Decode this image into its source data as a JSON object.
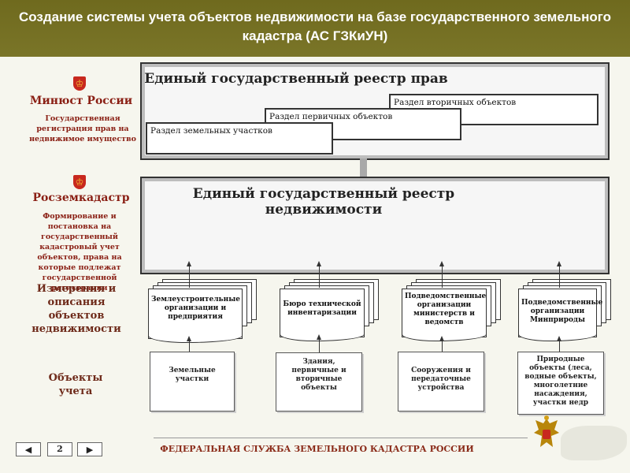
{
  "header": {
    "title": "Создание системы учета объектов недвижимости на базе государственного земельного кадастра (АС ГЗКиУН)"
  },
  "left": {
    "agency1": {
      "name": "Минюст России",
      "desc": "Государственная регистрация прав на недвижимое имущество"
    },
    "agency2": {
      "name": "Росземкадастр",
      "desc": "Формирование и постановка на государственный кадастровый учет объектов, права на которые подлежат государственной регистрации"
    },
    "measurements_label": "Измерения и описания объектов недвижимости",
    "objects_label": "Объекты учета"
  },
  "rights_registry": {
    "title": "Единый государственный реестр прав",
    "sections": [
      "Раздел вторичных объектов",
      "Раздел первичных объектов",
      "Раздел земельных участков"
    ]
  },
  "realty_registry": {
    "title": "Единый государственный реестр недвижимости"
  },
  "organizations": [
    "Землеустроительные организации и предприятия",
    "Бюро технической инвентаризации",
    "Подведомственные организации министерств и ведомств",
    "Подведомственные организации Минприроды"
  ],
  "objects": [
    "Земельные участки",
    "Здания, первичные и вторичные объекты",
    "Сооружения и передаточные устройства",
    "Природные объекты (леса, водные объекты, многолетние насаждения, участки недр"
  ],
  "footer": {
    "text": "ФЕДЕРАЛЬНАЯ СЛУЖБА ЗЕМЕЛЬНОГО КАДАСТРА РОССИИ",
    "page_number": "2",
    "prev_icon": "arrow-left-icon",
    "next_icon": "arrow-right-icon"
  }
}
